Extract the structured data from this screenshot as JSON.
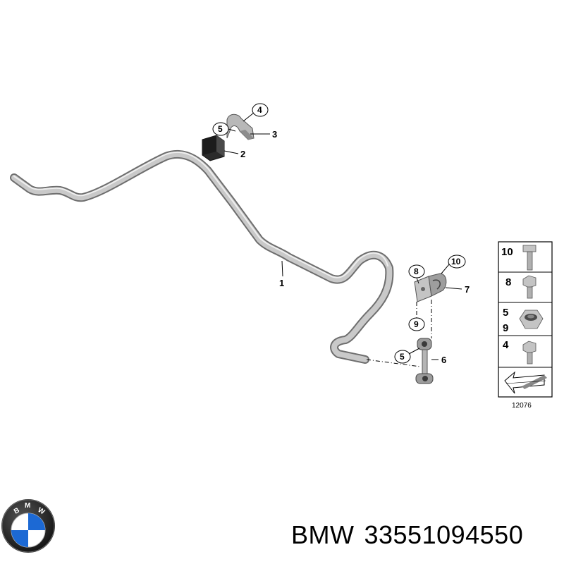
{
  "parts": [
    {
      "number": "1"
    },
    {
      "number": "2"
    },
    {
      "number": "3"
    },
    {
      "number": "4"
    },
    {
      "number": "5"
    },
    {
      "number": "6"
    },
    {
      "number": "7"
    },
    {
      "number": "8"
    },
    {
      "number": "9"
    },
    {
      "number": "10"
    }
  ],
  "callouts": {
    "bush_clamp_4": "4",
    "bush_clamp_5": "5",
    "link_5": "5",
    "bracket_8": "8",
    "bracket_9": "9",
    "bracket_10": "10"
  },
  "legend": {
    "rows": [
      {
        "labels": [
          "10"
        ],
        "icon": "hex-bolt-icon"
      },
      {
        "labels": [
          "8"
        ],
        "icon": "flange-bolt-icon"
      },
      {
        "labels": [
          "5",
          "9"
        ],
        "icon": "hex-nut-icon"
      },
      {
        "labels": [
          "4"
        ],
        "icon": "flange-bolt-icon"
      }
    ],
    "footer_icon": "direction-arrow-icon",
    "reference": "12076"
  },
  "caption": {
    "brand": "BMW",
    "part_number": "33551094550"
  },
  "logo": {
    "text": "BMW",
    "colors": {
      "ring": "#1a1a1a",
      "blue": "#1c69d4",
      "white": "#ffffff"
    }
  }
}
